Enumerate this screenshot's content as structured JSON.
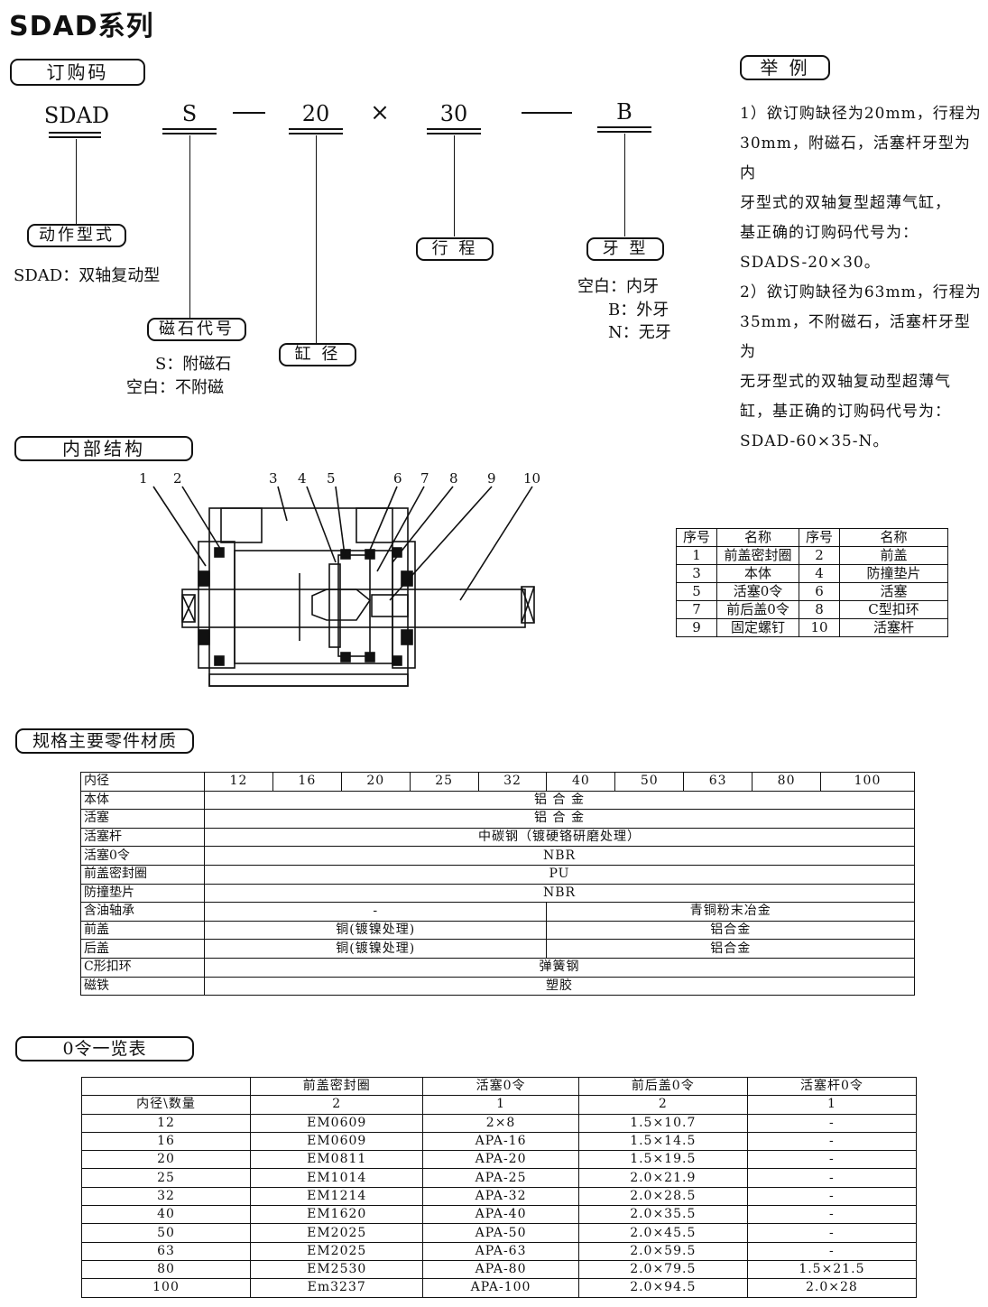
{
  "title": "SDAD系列",
  "order_code": {
    "section_label": "订购码",
    "segments": [
      "SDAD",
      "S",
      "20",
      "30",
      "B"
    ],
    "separator_x": "×",
    "action_type": {
      "label": "动作型式",
      "desc": "SDAD：双轴复动型"
    },
    "magnet": {
      "label": "磁石代号",
      "line1": "S：附磁石",
      "line2": "空白：不附磁"
    },
    "bore": {
      "label": "缸 径"
    },
    "stroke": {
      "label": "行 程"
    },
    "thread": {
      "label": "牙 型",
      "line1": "空白：内牙",
      "line2": "B：外牙",
      "line3": "N：无牙"
    }
  },
  "example": {
    "label": "举 例",
    "lines": [
      "1）欲订购缺径为20mm，行程为",
      "30mm，附磁石，活塞杆牙型为内",
      "牙型式的双轴复型超薄气缸，",
      "基正确的订购码代号为：",
      "SDADS-20×30。",
      "2）欲订购缺径为63mm，行程为",
      "35mm，不附磁石，活塞杆牙型为",
      "无牙型式的双轴复动型超薄气",
      "缸，基正确的订购码代号为：",
      "SDAD-60×35-N。"
    ]
  },
  "structure": {
    "label": "内部结构",
    "callouts": [
      "1",
      "2",
      "3",
      "4",
      "5",
      "6",
      "7",
      "8",
      "9",
      "10"
    ]
  },
  "parts_table": {
    "headers": [
      "序号",
      "名称",
      "序号",
      "名称"
    ],
    "rows": [
      [
        "1",
        "前盖密封圈",
        "2",
        "前盖"
      ],
      [
        "3",
        "本体",
        "4",
        "防撞垫片"
      ],
      [
        "5",
        "活塞0令",
        "6",
        "活塞"
      ],
      [
        "7",
        "前后盖0令",
        "8",
        "C型扣环"
      ],
      [
        "9",
        "固定螺钉",
        "10",
        "活塞杆"
      ]
    ]
  },
  "materials": {
    "label": "规格主要零件材质",
    "header_label": "内径",
    "bores": [
      "12",
      "16",
      "20",
      "25",
      "32",
      "40",
      "50",
      "63",
      "80",
      "100"
    ],
    "rows": [
      {
        "name": "本体",
        "all": "铝 合 金"
      },
      {
        "name": "活塞",
        "all": "铝 合 金"
      },
      {
        "name": "活塞杆",
        "all": "中碳钢（镀硬铬研磨处理）"
      },
      {
        "name": "活塞0令",
        "all": "NBR"
      },
      {
        "name": "前盖密封圈",
        "all": "PU"
      },
      {
        "name": "防撞垫片",
        "all": "NBR"
      },
      {
        "name": "含油轴承",
        "left": "-",
        "right": "青铜粉末冶金"
      },
      {
        "name": "前盖",
        "left": "铜(镀镍处理)",
        "right": "铝合金"
      },
      {
        "name": "后盖",
        "left": "铜(镀镍处理)",
        "right": "铝合金"
      },
      {
        "name": "C形扣环",
        "all": "弹簧钢"
      },
      {
        "name": "磁铁",
        "all": "塑胶"
      }
    ]
  },
  "oring": {
    "label": "0令一览表",
    "col_headers": [
      "前盖密封圈",
      "活塞0令",
      "前后盖0令",
      "活塞杆0令"
    ],
    "row_header": "内径\\数量",
    "qty": [
      "2",
      "1",
      "2",
      "1"
    ],
    "rows": [
      [
        "12",
        "EM0609",
        "2×8",
        "1.5×10.7",
        "-"
      ],
      [
        "16",
        "EM0609",
        "APA-16",
        "1.5×14.5",
        "-"
      ],
      [
        "20",
        "EM0811",
        "APA-20",
        "1.5×19.5",
        "-"
      ],
      [
        "25",
        "EM1014",
        "APA-25",
        "2.0×21.9",
        "-"
      ],
      [
        "32",
        "EM1214",
        "APA-32",
        "2.0×28.5",
        "-"
      ],
      [
        "40",
        "EM1620",
        "APA-40",
        "2.0×35.5",
        "-"
      ],
      [
        "50",
        "EM2025",
        "APA-50",
        "2.0×45.5",
        "-"
      ],
      [
        "63",
        "EM2025",
        "APA-63",
        "2.0×59.5",
        "-"
      ],
      [
        "80",
        "EM2530",
        "APA-80",
        "2.0×79.5",
        "1.5×21.5"
      ],
      [
        "100",
        "Em3237",
        "APA-100",
        "2.0×94.5",
        "2.0×28"
      ]
    ]
  }
}
